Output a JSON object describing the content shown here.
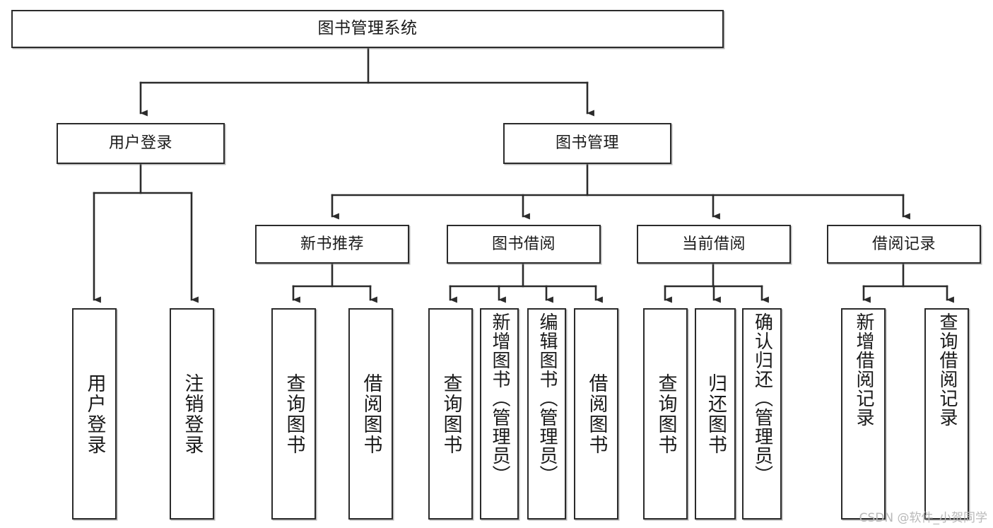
{
  "diagram": {
    "type": "tree-hierarchy",
    "title": "图书管理系统",
    "watermark": "CSDN @软件_小贺同学",
    "colors": {
      "border": "#2b2b2b",
      "background": "#ffffff",
      "text": "#1a1a1a",
      "edge": "#2b2b2b",
      "watermark": "#b9b9b9"
    },
    "nodes": {
      "root": {
        "label": "图书管理系统"
      },
      "level1": [
        {
          "id": "user-login",
          "label": "用户登录"
        },
        {
          "id": "book-management",
          "label": "图书管理"
        }
      ],
      "level2": [
        {
          "id": "new-book-recommend",
          "label": "新书推荐"
        },
        {
          "id": "book-borrow",
          "label": "图书借阅"
        },
        {
          "id": "current-borrow",
          "label": "当前借阅"
        },
        {
          "id": "borrow-record",
          "label": "借阅记录"
        }
      ],
      "leaves": {
        "user_login": [
          {
            "id": "leaf-user-login",
            "label": "用户登录"
          },
          {
            "id": "leaf-logout-login",
            "label": "注销登录"
          }
        ],
        "new_book_recommend": [
          {
            "id": "leaf-query-book-1",
            "label": "查询图书"
          },
          {
            "id": "leaf-borrow-book-1",
            "label": "借阅图书"
          }
        ],
        "book_borrow": [
          {
            "id": "leaf-query-book-2",
            "label": "查询图书"
          },
          {
            "id": "leaf-add-book-admin",
            "label": "新增图书（管理员）"
          },
          {
            "id": "leaf-edit-book-admin",
            "label": "编辑图书（管理员）"
          },
          {
            "id": "leaf-borrow-book-2",
            "label": "借阅图书"
          }
        ],
        "current_borrow": [
          {
            "id": "leaf-query-book-3",
            "label": "查询图书"
          },
          {
            "id": "leaf-return-book",
            "label": "归还图书"
          },
          {
            "id": "leaf-confirm-return-admin",
            "label": "确认归还（管理员）"
          }
        ],
        "borrow_record": [
          {
            "id": "leaf-add-borrow-record",
            "label": "新增借阅记录"
          },
          {
            "id": "leaf-query-borrow-record",
            "label": "查询借阅记录"
          }
        ]
      }
    }
  }
}
